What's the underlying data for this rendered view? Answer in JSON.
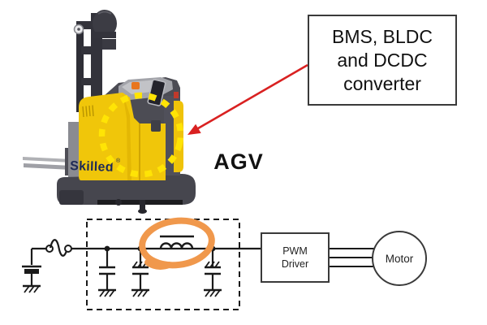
{
  "callout": {
    "lines": [
      "BMS, BLDC",
      "and DCDC",
      "converter"
    ]
  },
  "agv": {
    "label": "AGV"
  },
  "forklift": {
    "brand": "Skilled",
    "mark": "®"
  },
  "circuit": {
    "pwm": {
      "line1": "PWM",
      "line2": "Driver"
    },
    "motor": {
      "label": "Motor"
    }
  },
  "colors": {
    "forklift_yellow": "#F0C60A",
    "forklift_yellow_shade": "#E2B404",
    "highlight_yellow": "#FFE405",
    "annotation_orange": "#F0984C",
    "arrow_red": "#D92121",
    "brand_navy": "#1E2A56",
    "wire_black": "#1A1A1A"
  }
}
